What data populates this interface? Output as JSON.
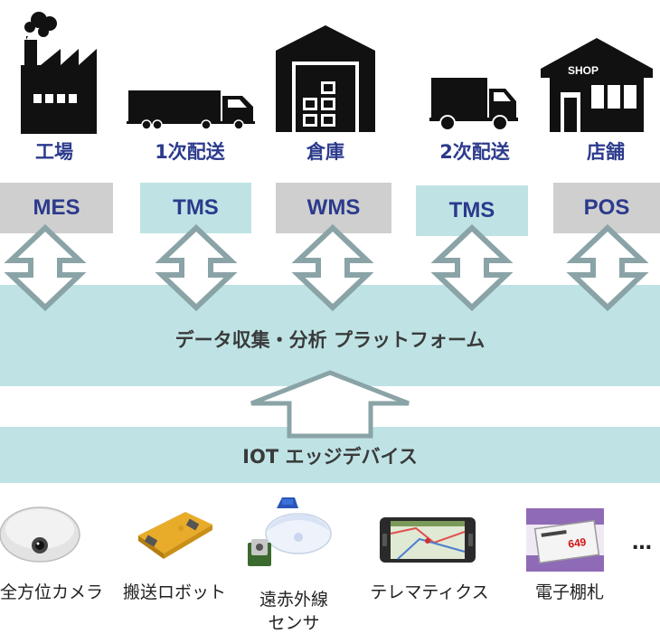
{
  "stages": [
    {
      "label": "工場",
      "icon": "factory-icon",
      "system": "MES"
    },
    {
      "label": "1次配送",
      "icon": "truck-icon",
      "system": "TMS"
    },
    {
      "label": "倉庫",
      "icon": "warehouse-icon",
      "system": "WMS"
    },
    {
      "label": "2次配送",
      "icon": "small-truck-icon",
      "system": "TMS"
    },
    {
      "label": "店舗",
      "icon": "shop-icon",
      "system": "POS",
      "sign": "SHOP"
    }
  ],
  "platform": {
    "label": "データ収集・分析 プラットフォーム"
  },
  "edge": {
    "label": "IOT エッジデバイス"
  },
  "devices": [
    {
      "label": "全方位カメラ",
      "icon": "camera-icon"
    },
    {
      "label": "搬送ロボット",
      "icon": "robot-icon"
    },
    {
      "label": "遠赤外線",
      "label2": "センサ",
      "icon": "sensor-icon"
    },
    {
      "label": "テレマティクス",
      "icon": "tablet-icon"
    },
    {
      "label": "電子棚札",
      "icon": "price-tag-icon",
      "price": "649"
    }
  ],
  "more": "…",
  "colors": {
    "teal_band": "#bfe3e5",
    "gray_box": "#cfcfcf",
    "label_blue": "#2b3a8c",
    "arrow_stroke": "#8aa3a6",
    "icon_black": "#111111"
  }
}
